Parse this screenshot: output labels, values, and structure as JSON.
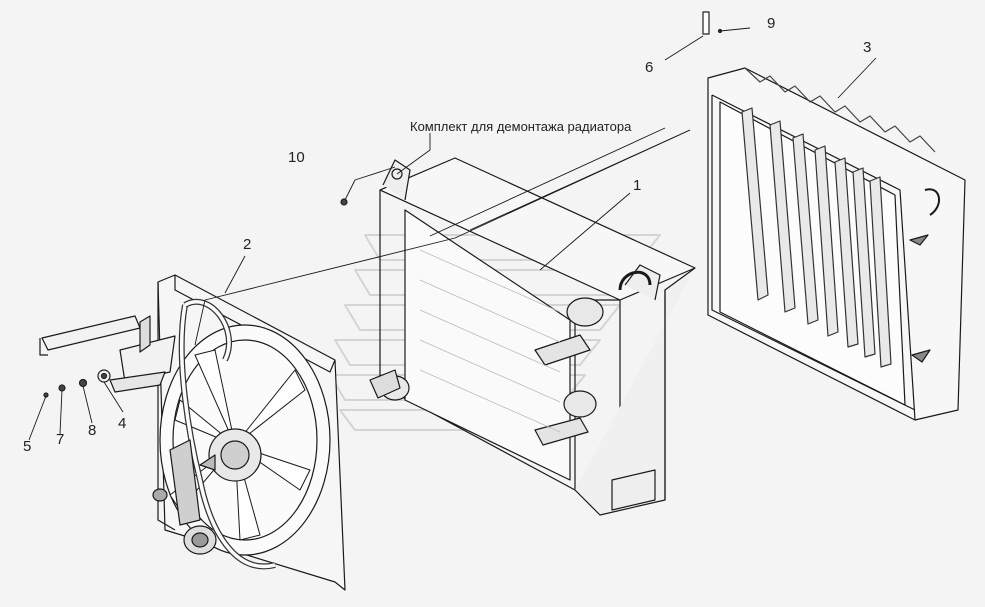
{
  "diagram": {
    "kit_label": "Комплект для демонтажа радиатора",
    "callouts": [
      {
        "id": "c1",
        "text": "1"
      },
      {
        "id": "c2",
        "text": "2"
      },
      {
        "id": "c3",
        "text": "3"
      },
      {
        "id": "c4",
        "text": "4"
      },
      {
        "id": "c5",
        "text": "5"
      },
      {
        "id": "c6",
        "text": "6"
      },
      {
        "id": "c7",
        "text": "7"
      },
      {
        "id": "c8",
        "text": "8"
      },
      {
        "id": "c9",
        "text": "9"
      },
      {
        "id": "c10",
        "text": "10"
      }
    ]
  }
}
